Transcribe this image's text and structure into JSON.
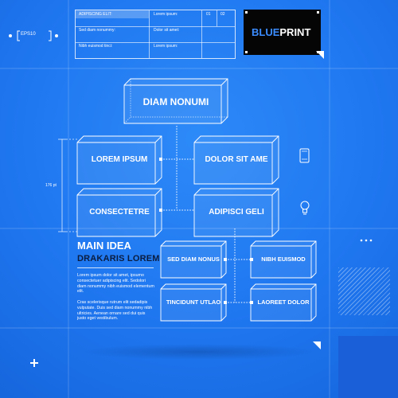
{
  "header": {
    "eps_badge": "EPS10",
    "title_table": {
      "rows": [
        {
          "left": "ADIPISCING ELIT:",
          "mid": "Lorem ipsum:",
          "c1": "01",
          "c2": "02"
        },
        {
          "left": "Sed diam nonummy:",
          "mid": "Dolor sit amet:",
          "c1": "",
          "c2": ""
        },
        {
          "left": "Nibh euismod tinci:",
          "mid": "Lorem ipsum:",
          "c1": "",
          "c2": ""
        }
      ]
    },
    "logo": {
      "part1": "BLUE",
      "part2": "PRINT"
    }
  },
  "dimension_label": "176 pt",
  "nodes": {
    "root": "DIAM NONUMI",
    "left1": "LOREM IPSUM",
    "right1": "DOLOR SIT AME",
    "left2": "CONSECTETRE",
    "right2": "ADIPISCI GELI",
    "sub1": "SED DIAM NONUS",
    "sub2": "NIBH EUISMOD",
    "sub3": "TINCIDUNT UTLAO",
    "sub4": "LAOREET DOLOR"
  },
  "text_block": {
    "main_idea": "MAIN IDEA",
    "subtitle": "DRAKARIS LOREM",
    "para1": "Lorem ipsum dolor sit amet, ipsumo consectetuer adipiscing elit. Sedolori diam nonummy nibh euismod elementum elit.",
    "para2": "Cras scelerisque rutrum elit sedadipis vulputate. Duis sed diam nonummy nibh ultricies. Aenean ornare sed dui quis justo eget vestibulum."
  },
  "colors": {
    "background": "#1f77f0",
    "logo_bg": "#050505",
    "accent_dark": "#0a1d40"
  },
  "icons": [
    "phone-icon",
    "lightbulb-icon",
    "plus-icon",
    "ellipsis-icon",
    "corner-triangle-icon"
  ]
}
